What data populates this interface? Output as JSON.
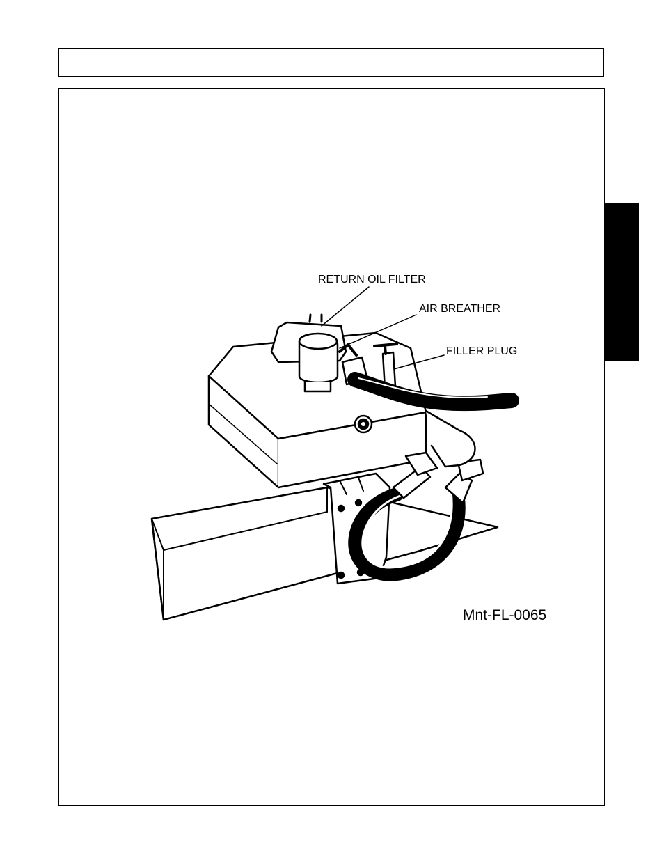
{
  "figure": {
    "callouts": {
      "return_oil_filter": "RETURN OIL FILTER",
      "air_breather": "AIR BREATHER",
      "filler_plug": "FILLER PLUG"
    },
    "figure_id": "Mnt-FL-0065"
  },
  "colors": {
    "ink": "#000000",
    "paper": "#ffffff"
  }
}
